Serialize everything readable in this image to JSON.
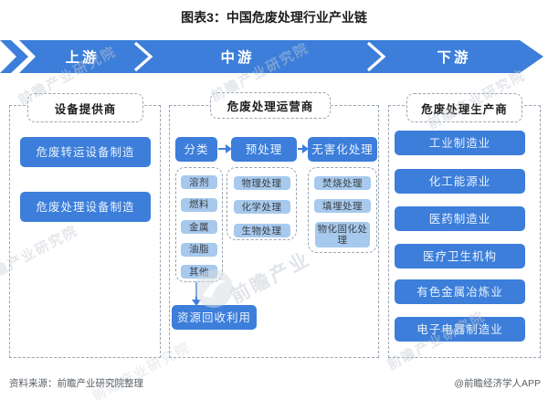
{
  "title": "图表3：中国危废处理行业产业链",
  "banner": {
    "segments": [
      {
        "label": "上游"
      },
      {
        "label": "中游"
      },
      {
        "label": "下游"
      }
    ]
  },
  "columns": {
    "upstream": {
      "header": "设备提供商",
      "items": [
        "危废转运设备制造",
        "危废处理设备制造"
      ]
    },
    "midstream": {
      "header": "危废处理运营商",
      "flow": [
        "分类",
        "预处理",
        "无害化处理"
      ],
      "classification_items": [
        "溶剂",
        "燃料",
        "金属",
        "油脂",
        "其他"
      ],
      "pretreatment_items": [
        "物理处理",
        "化学处理",
        "生物处理"
      ],
      "harmless_items": [
        "焚烧处理",
        "填埋处理",
        "物化固化处理"
      ],
      "recycle": "资源回收利用"
    },
    "downstream": {
      "header": "危废处理生产商",
      "items": [
        "工业制造业",
        "化工能源业",
        "医药制造业",
        "医疗卫生机构",
        "有色金属冶炼业",
        "电子电器制造业"
      ]
    }
  },
  "footer": {
    "source": "资料来源：前瞻产业研究院整理",
    "credit": "@前瞻经济学人APP"
  },
  "watermark": {
    "text": "前瞻产业研究院",
    "brand": "前瞻产业"
  },
  "colors": {
    "primary_blue": "#3C7EDA",
    "light_blue": "#A7C9ED",
    "border_gray": "#98A4B2",
    "text_dark": "#1C1C1C",
    "footer_gray": "#595F66"
  }
}
